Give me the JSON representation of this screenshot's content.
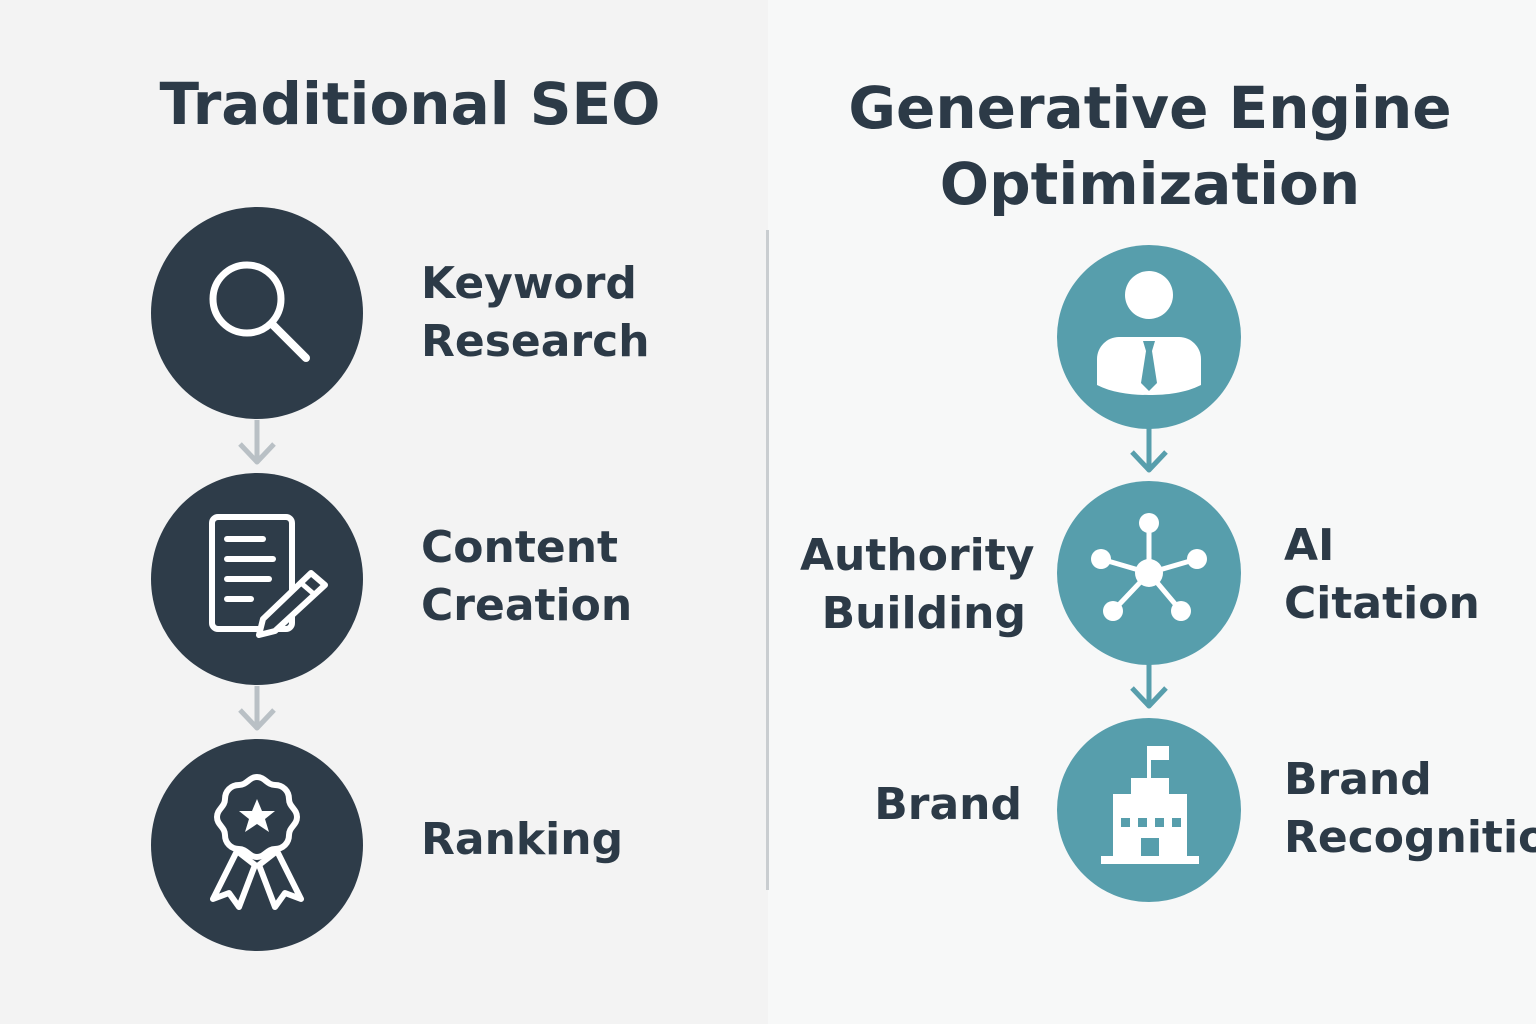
{
  "left": {
    "title": "Traditional SEO",
    "steps": [
      {
        "label_line1": "Keyword",
        "label_line2": "Research",
        "icon": "magnifier-icon"
      },
      {
        "label_line1": "Content",
        "label_line2": "Creation",
        "icon": "document-pencil-icon"
      },
      {
        "label_line1": "Ranking",
        "label_line2": "",
        "icon": "award-badge-icon"
      }
    ]
  },
  "right": {
    "title_line1": "Generative Engine",
    "title_line2": "Optimization",
    "steps": [
      {
        "icon": "person-icon"
      },
      {
        "left_label_line1": "Authority",
        "left_label_line2": "Building",
        "right_label_line1": "AI",
        "right_label_line2": "Citation",
        "icon": "network-hub-icon"
      },
      {
        "left_label_line1": "Brand",
        "right_label_line1": "Brand",
        "right_label_line2": "Recognition",
        "icon": "building-flag-icon"
      }
    ]
  },
  "colors": {
    "left_circle": "#2e3c49",
    "right_circle": "#579eac",
    "left_arrow": "#b9c0c5",
    "right_arrow": "#579eac",
    "text": "#2c3a47"
  }
}
